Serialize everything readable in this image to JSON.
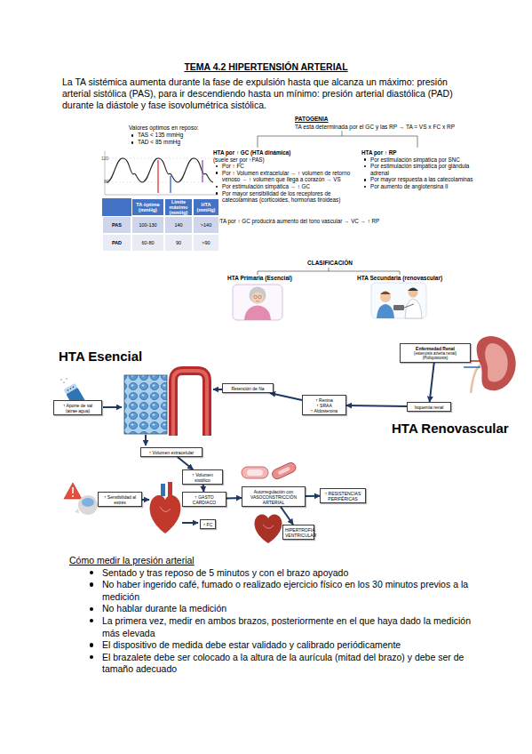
{
  "diagram": {
    "title": "TEMA 4.2 HIPERTENSIÓN ARTERIAL",
    "nodes": [
      {
        "text": [
          "Enfermedad Renal",
          "(estenosis arteria renal) (Poliquistosis)"
        ]
      },
      {
        "text": [
          "Retención de Na"
        ]
      },
      {
        "text": [
          "↑ Renina",
          "↑ SRAA",
          "↑ Aldosterona"
        ]
      },
      {
        "text": [
          "↑ Aporte de sal",
          "(atrae agua)"
        ]
      },
      {
        "text": [
          "Isquemia renal"
        ]
      },
      {
        "text": [
          "↑ Volumen extracelular"
        ]
      },
      {
        "text": [
          "↑ Volumen sistólico"
        ]
      },
      {
        "text": [
          "Autorregulación con",
          "VASOCONSTRICCIÓN ARTERIAL"
        ]
      },
      {
        "text": [
          "↑ RESISTENCIAS PERIFÉRICAS"
        ]
      },
      {
        "text": [
          "↑ Sensibilidad al estrés"
        ]
      },
      {
        "text": [
          "↑ GASTO CARDIACO"
        ]
      },
      {
        "text": [
          "↑ FC"
        ]
      },
      {
        "text": [
          "HIPERTROFIA VENTRICULAR"
        ]
      }
    ],
    "edges": [
      {
        "from": 0,
        "to": 4,
        "arrow": "to"
      },
      {
        "from": 4,
        "to": 2,
        "arrow": "to"
      },
      {
        "from": 2,
        "to": 1,
        "arrow": "to"
      },
      {
        "from": 5,
        "to": 6,
        "arrow": "to"
      },
      {
        "from": 6,
        "to": 10,
        "arrow": "to"
      },
      {
        "from": 10,
        "to": 7,
        "arrow": "to"
      },
      {
        "from": 7,
        "to": 8,
        "arrow": "to"
      },
      {
        "from": 7,
        "to": 12,
        "arrow": "to"
      }
    ],
    "labels": [
      "La TA sistémica aumenta durante la fase de expulsión hasta que alcanza un máximo: presión arterial sistólica (PAS), para ir descendiendo hasta un mínimo: presión arterial diastólica (PAD) durante la diástole y fase isovolumétrica sistólica.",
      "Valores óptimos en reposo:",
      "TAS < 135 mmHg",
      "TAD < 85 mmHg",
      "120",
      "80",
      "TA óptima (mmHg)",
      "Límite máximo (mmHg)",
      "HTA (mmHg)",
      "PAS",
      "100-130",
      "140",
      ">140",
      "PAD",
      "60-80",
      "90",
      ">90",
      "PATOGENIA",
      "TA está determinada por el GC y las RP → TA = VS x FC x RP",
      "HTA por ↑ GC (HTA dinámica)",
      "(suele ser por ↑PAS)",
      "Por ↑ FC",
      "Por ↑ Volumen extracelular → ↑ volumen de retorno venoso → ↑ volumen que llega a corazón → VS",
      "Por estimulación simpática → ↑ GC",
      "Por mayor sensibilidad de los receptores de catecolaminas (corticoides, hormonas tiroideas)",
      "HTA por ↑ GC producirá aumento del tono vascular → VC → ↑ RP",
      "HTA por ↑ RP",
      "Por estimulación simpática por SNC",
      "Por estimulación simpática por glándula adrenal",
      "Por mayor respuesta a las catecolaminas",
      "Por aumento de angiotensina II",
      "CLASIFICACIÓN",
      "HTA Primaria (Esencial)",
      "HTA Secundaria (renovascular)",
      "HTA Esencial",
      "HTA Renovascular",
      "Cómo medir la presión arterial",
      "Sentado y tras reposo de 5 minutos y con el brazo apoyado",
      "No haber ingerido café, fumado o realizado ejercicio físico en los 30 minutos previos a la medición",
      "No hablar durante la medición",
      "La primera vez, medir en ambos brazos, posteriormente en el que haya dado la medición más elevada",
      "El dispositivo de medida debe estar validado y calibrado periódicamente",
      "El brazalete debe ser colocado a la altura de la aurícula (mitad del brazo) y debe ser de tamaño adecuado"
    ]
  }
}
